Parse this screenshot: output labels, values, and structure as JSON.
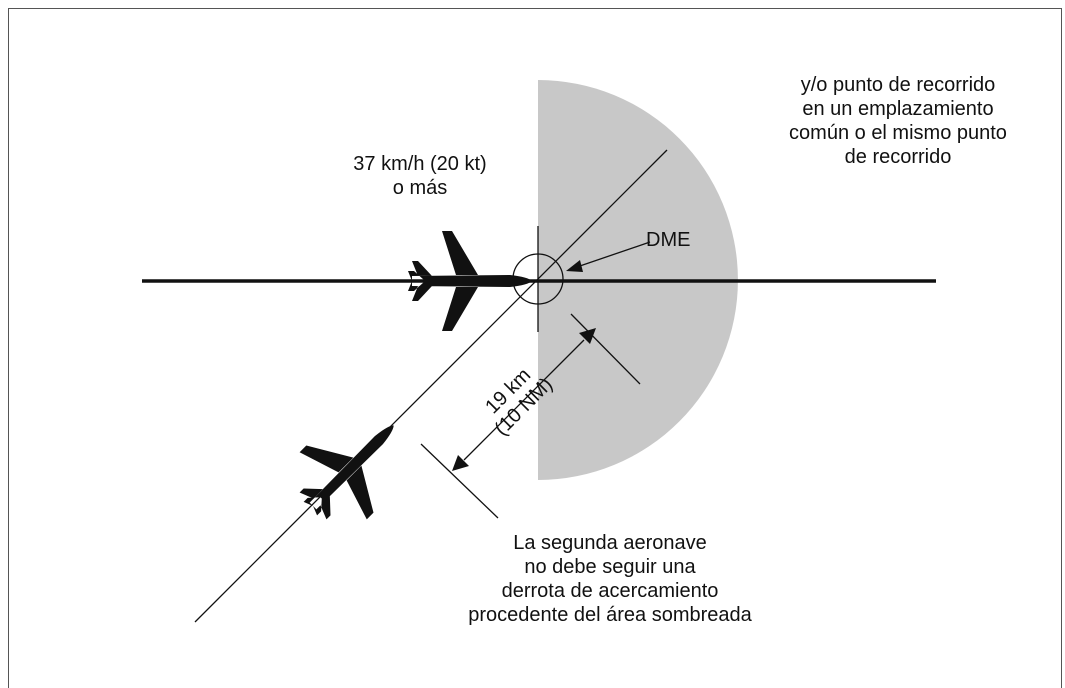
{
  "labels": {
    "speed": "37 km/h (20 kt)\no más",
    "waypoint": "y/o punto de recorrido\nen un emplazamiento\ncomún o el mismo punto\nde recorrido",
    "dme": "DME",
    "distance": "19 km\n(10 NM)",
    "note": "La segunda aeronave\nno debe seguir una\nderrota de acercamiento\nprocedente del área sombreada"
  },
  "colors": {
    "shaded_area": "#c8c8c8",
    "lines": "#111111"
  },
  "icons": [
    "aircraft-icon",
    "aircraft-icon"
  ]
}
